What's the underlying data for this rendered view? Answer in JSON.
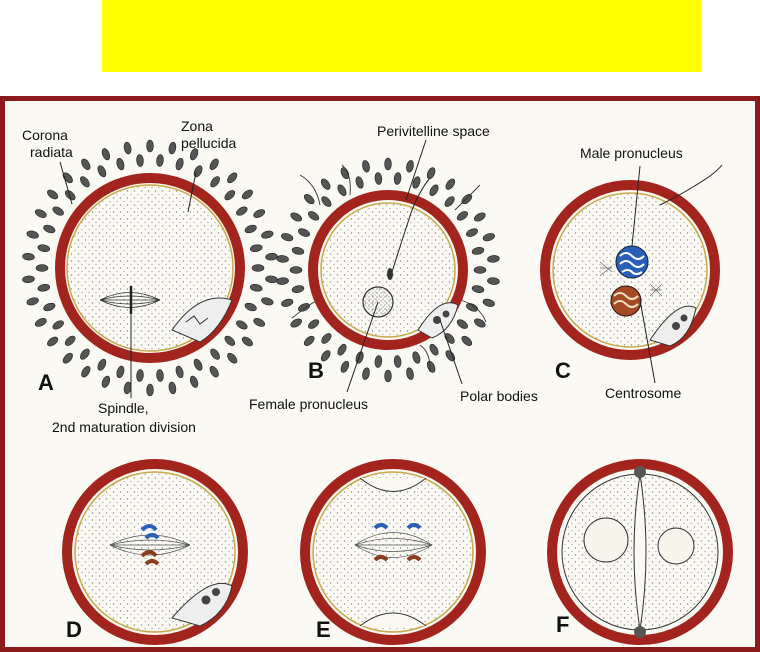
{
  "banner": {
    "color": "#ffff00"
  },
  "frame": {
    "color": "#8b1a1a"
  },
  "panels": {
    "a": {
      "letter": "A",
      "corona": [
        "Corona",
        "radiata"
      ],
      "zona": [
        "Zona",
        "pellucida"
      ],
      "spindle": [
        "Spindle,",
        "2nd maturation division"
      ]
    },
    "b": {
      "letter": "B",
      "perivitelline": "Perivitelline space",
      "female": "Female pronucleus",
      "polar": "Polar bodies"
    },
    "c": {
      "letter": "C",
      "male": "Male pronucleus",
      "centrosome": "Centrosome"
    },
    "d": {
      "letter": "D"
    },
    "e": {
      "letter": "E"
    },
    "f": {
      "letter": "F"
    }
  },
  "colors": {
    "zona": "#a3241c",
    "cytoplasm": "#f7f4ec",
    "chromosome_blue": "#2a5fb8",
    "chromosome_brown": "#8a3d1e"
  }
}
